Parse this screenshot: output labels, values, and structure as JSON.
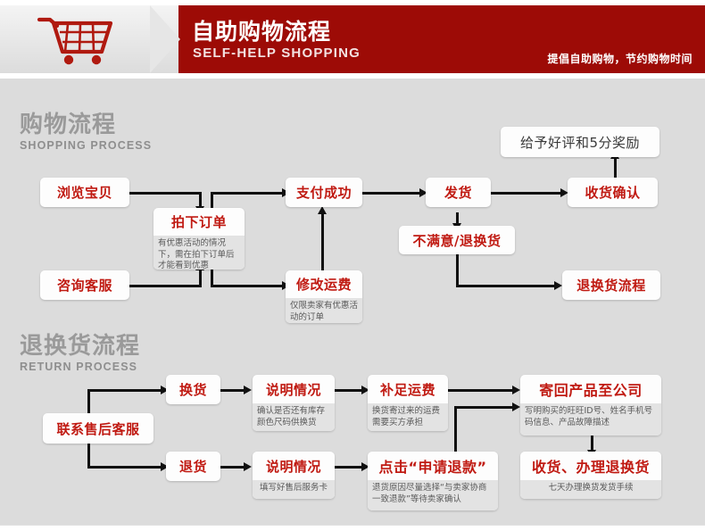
{
  "header": {
    "title_cn": "自助购物流程",
    "title_en": "SELF-HELP SHOPPING",
    "slogan": "提倡自助购物，节约购物时间",
    "icon": "shopping-cart-icon",
    "bg_color": "#9d0b06",
    "panel_color": "#e9e9e9"
  },
  "colors": {
    "page_bg": "#dcdcdc",
    "node_bg": "#fdfdfd",
    "node_title": "#c01a12",
    "sub_bg": "#e3e3e3",
    "sub_text": "#5a5a5a",
    "connector": "#111111",
    "section_title": "#9a9a9a"
  },
  "sections": [
    {
      "cn": "购物流程",
      "en": "SHOPPING PROCESS"
    },
    {
      "cn": "退换货流程",
      "en": "RETURN PROCESS"
    }
  ],
  "shopping_nodes": {
    "browse": {
      "title": "浏览宝贝"
    },
    "place_order": {
      "title": "拍下订单",
      "sub": "有优惠活动的情况下，需在拍下订单后才能看到优惠"
    },
    "consult": {
      "title": "咨询客服"
    },
    "pay_success": {
      "title": "支付成功"
    },
    "modify_ship": {
      "title": "修改运费",
      "sub": "仅限卖家有优惠活动的订单"
    },
    "ship": {
      "title": "发货"
    },
    "praise": {
      "title": "给予好评和5分奖励"
    },
    "confirm": {
      "title": "收货确认"
    },
    "unsatisfied": {
      "title": "不满意/退换货"
    },
    "return_flow": {
      "title": "退换货流程"
    }
  },
  "return_nodes": {
    "contact": {
      "title": "联系售后客服"
    },
    "exchange": {
      "title": "换货"
    },
    "explain_ex": {
      "title": "说明情况",
      "sub": "确认是否还有库存颜色尺码供换货"
    },
    "extra_ship": {
      "title": "补足运费",
      "sub": "换货寄过来的运费需要买方承担"
    },
    "send_back": {
      "title": "寄回产品至公司",
      "sub": "写明购买的旺旺ID号、姓名手机号码信息、产品故障描述"
    },
    "refund": {
      "title": "退货"
    },
    "explain_rf": {
      "title": "说明情况",
      "sub": "填写好售后服务卡"
    },
    "apply_refund": {
      "title": "点击“申请退款”",
      "sub": "退货原因尽量选择“与卖家协商一致退款”等待卖家确认"
    },
    "receive": {
      "title": "收货、办理退换货",
      "sub": "七天办理换货发货手续"
    }
  }
}
